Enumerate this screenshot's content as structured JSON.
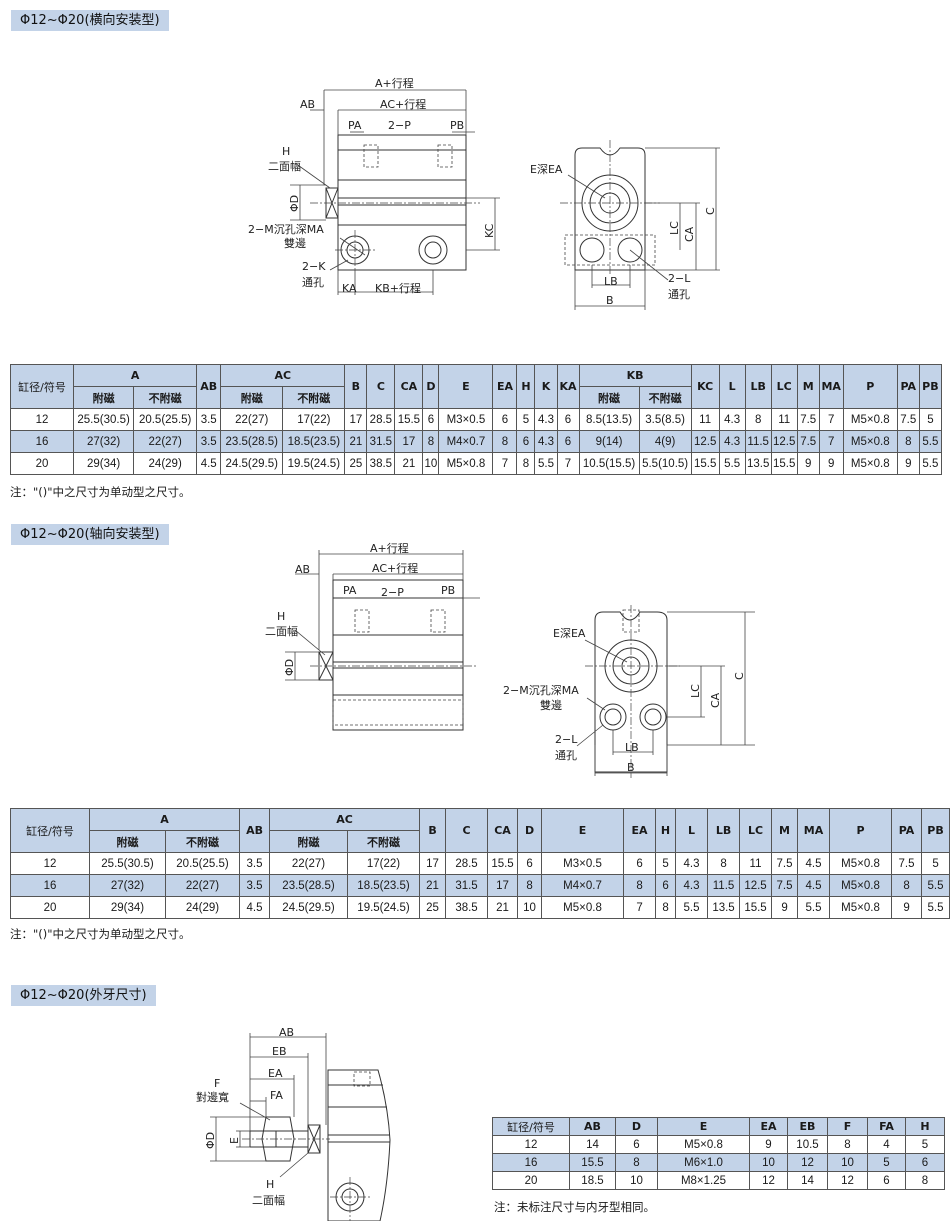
{
  "sections": {
    "s1_title": "Φ12~Φ20(横向安装型)",
    "s2_title": "Φ12~Φ20(轴向安装型)",
    "s3_title": "Φ12~Φ20(外牙尺寸)"
  },
  "drawing1": {
    "a_stroke": "A+行程",
    "ac_stroke": "AC+行程",
    "ab": "AB",
    "pa": "PA",
    "p2": "2−P",
    "pb": "PB",
    "h": "H",
    "h_sub": "二面幅",
    "phi_d": "ΦD",
    "m_hole": "2−M沉孔深MA",
    "m_sub": "雙邊",
    "k": "2−K",
    "k_sub": "通孔",
    "ka": "KA",
    "kb_stroke": "KB+行程",
    "kc": "KC",
    "e_depth": "E深EA",
    "c": "C",
    "ca": "CA",
    "lc": "LC",
    "lb": "LB",
    "b": "B",
    "l": "2−L",
    "l_sub": "通孔"
  },
  "drawing2": {
    "a_stroke": "A+行程",
    "ac_stroke": "AC+行程",
    "ab": "AB",
    "pa": "PA",
    "p2": "2−P",
    "pb": "PB",
    "h": "H",
    "h_sub": "二面幅",
    "phi_d": "ΦD",
    "e_depth": "E深EA",
    "m_hole": "2−M沉孔深MA",
    "m_sub": "雙邊",
    "c": "C",
    "ca": "CA",
    "lc": "LC",
    "lb": "LB",
    "b": "B",
    "l": "2−L",
    "l_sub": "通孔"
  },
  "drawing3": {
    "ab": "AB",
    "eb": "EB",
    "ea": "EA",
    "fa": "FA",
    "f": "F",
    "f_sub": "對邊寬",
    "phi_d": "ΦD",
    "e": "E",
    "h": "H",
    "h_sub": "二面幅"
  },
  "table1": {
    "corner": "缸径/符号",
    "headers": [
      "A",
      "AB",
      "AC",
      "B",
      "C",
      "CA",
      "D",
      "E",
      "EA",
      "H",
      "K",
      "KA",
      "KB",
      "KC",
      "L",
      "LB",
      "LC",
      "M",
      "MA",
      "P",
      "PA",
      "PB"
    ],
    "sub": [
      "附磁",
      "不附磁",
      "附磁",
      "不附磁",
      "附磁",
      "不附磁"
    ],
    "rows": [
      [
        "12",
        "25.5(30.5)",
        "20.5(25.5)",
        "3.5",
        "22(27)",
        "17(22)",
        "17",
        "28.5",
        "15.5",
        "6",
        "M3×0.5",
        "6",
        "5",
        "4.3",
        "6",
        "8.5(13.5)",
        "3.5(8.5)",
        "11",
        "4.3",
        "8",
        "11",
        "7.5",
        "7",
        "M5×0.8",
        "7.5",
        "5"
      ],
      [
        "16",
        "27(32)",
        "22(27)",
        "3.5",
        "23.5(28.5)",
        "18.5(23.5)",
        "21",
        "31.5",
        "17",
        "8",
        "M4×0.7",
        "8",
        "6",
        "4.3",
        "6",
        "9(14)",
        "4(9)",
        "12.5",
        "4.3",
        "11.5",
        "12.5",
        "7.5",
        "7",
        "M5×0.8",
        "8",
        "5.5"
      ],
      [
        "20",
        "29(34)",
        "24(29)",
        "4.5",
        "24.5(29.5)",
        "19.5(24.5)",
        "25",
        "38.5",
        "21",
        "10",
        "M5×0.8",
        "7",
        "8",
        "5.5",
        "7",
        "10.5(15.5)",
        "5.5(10.5)",
        "15.5",
        "5.5",
        "13.5",
        "15.5",
        "9",
        "9",
        "M5×0.8",
        "9",
        "5.5"
      ]
    ],
    "note": "注：\"()\"中之尺寸为单动型之尺寸。"
  },
  "table2": {
    "corner": "缸径/符号",
    "headers": [
      "A",
      "AB",
      "AC",
      "B",
      "C",
      "CA",
      "D",
      "E",
      "EA",
      "H",
      "L",
      "LB",
      "LC",
      "M",
      "MA",
      "P",
      "PA",
      "PB"
    ],
    "sub": [
      "附磁",
      "不附磁",
      "附磁",
      "不附磁"
    ],
    "rows": [
      [
        "12",
        "25.5(30.5)",
        "20.5(25.5)",
        "3.5",
        "22(27)",
        "17(22)",
        "17",
        "28.5",
        "15.5",
        "6",
        "M3×0.5",
        "6",
        "5",
        "4.3",
        "8",
        "11",
        "7.5",
        "4.5",
        "M5×0.8",
        "7.5",
        "5"
      ],
      [
        "16",
        "27(32)",
        "22(27)",
        "3.5",
        "23.5(28.5)",
        "18.5(23.5)",
        "21",
        "31.5",
        "17",
        "8",
        "M4×0.7",
        "8",
        "6",
        "4.3",
        "11.5",
        "12.5",
        "7.5",
        "4.5",
        "M5×0.8",
        "8",
        "5.5"
      ],
      [
        "20",
        "29(34)",
        "24(29)",
        "4.5",
        "24.5(29.5)",
        "19.5(24.5)",
        "25",
        "38.5",
        "21",
        "10",
        "M5×0.8",
        "7",
        "8",
        "5.5",
        "13.5",
        "15.5",
        "9",
        "5.5",
        "M5×0.8",
        "9",
        "5.5"
      ]
    ],
    "note": "注：\"()\"中之尺寸为单动型之尺寸。"
  },
  "table3": {
    "headers": [
      "缸径/符号",
      "AB",
      "D",
      "E",
      "EA",
      "EB",
      "F",
      "FA",
      "H"
    ],
    "rows": [
      [
        "12",
        "14",
        "6",
        "M5×0.8",
        "9",
        "10.5",
        "8",
        "4",
        "5"
      ],
      [
        "16",
        "15.5",
        "8",
        "M6×1.0",
        "10",
        "12",
        "10",
        "5",
        "6"
      ],
      [
        "20",
        "18.5",
        "10",
        "M8×1.25",
        "12",
        "14",
        "12",
        "6",
        "8"
      ]
    ],
    "note": "注：未标注尺寸与内牙型相同。"
  },
  "colors": {
    "band": "#c3d3e8",
    "line": "#444444"
  }
}
